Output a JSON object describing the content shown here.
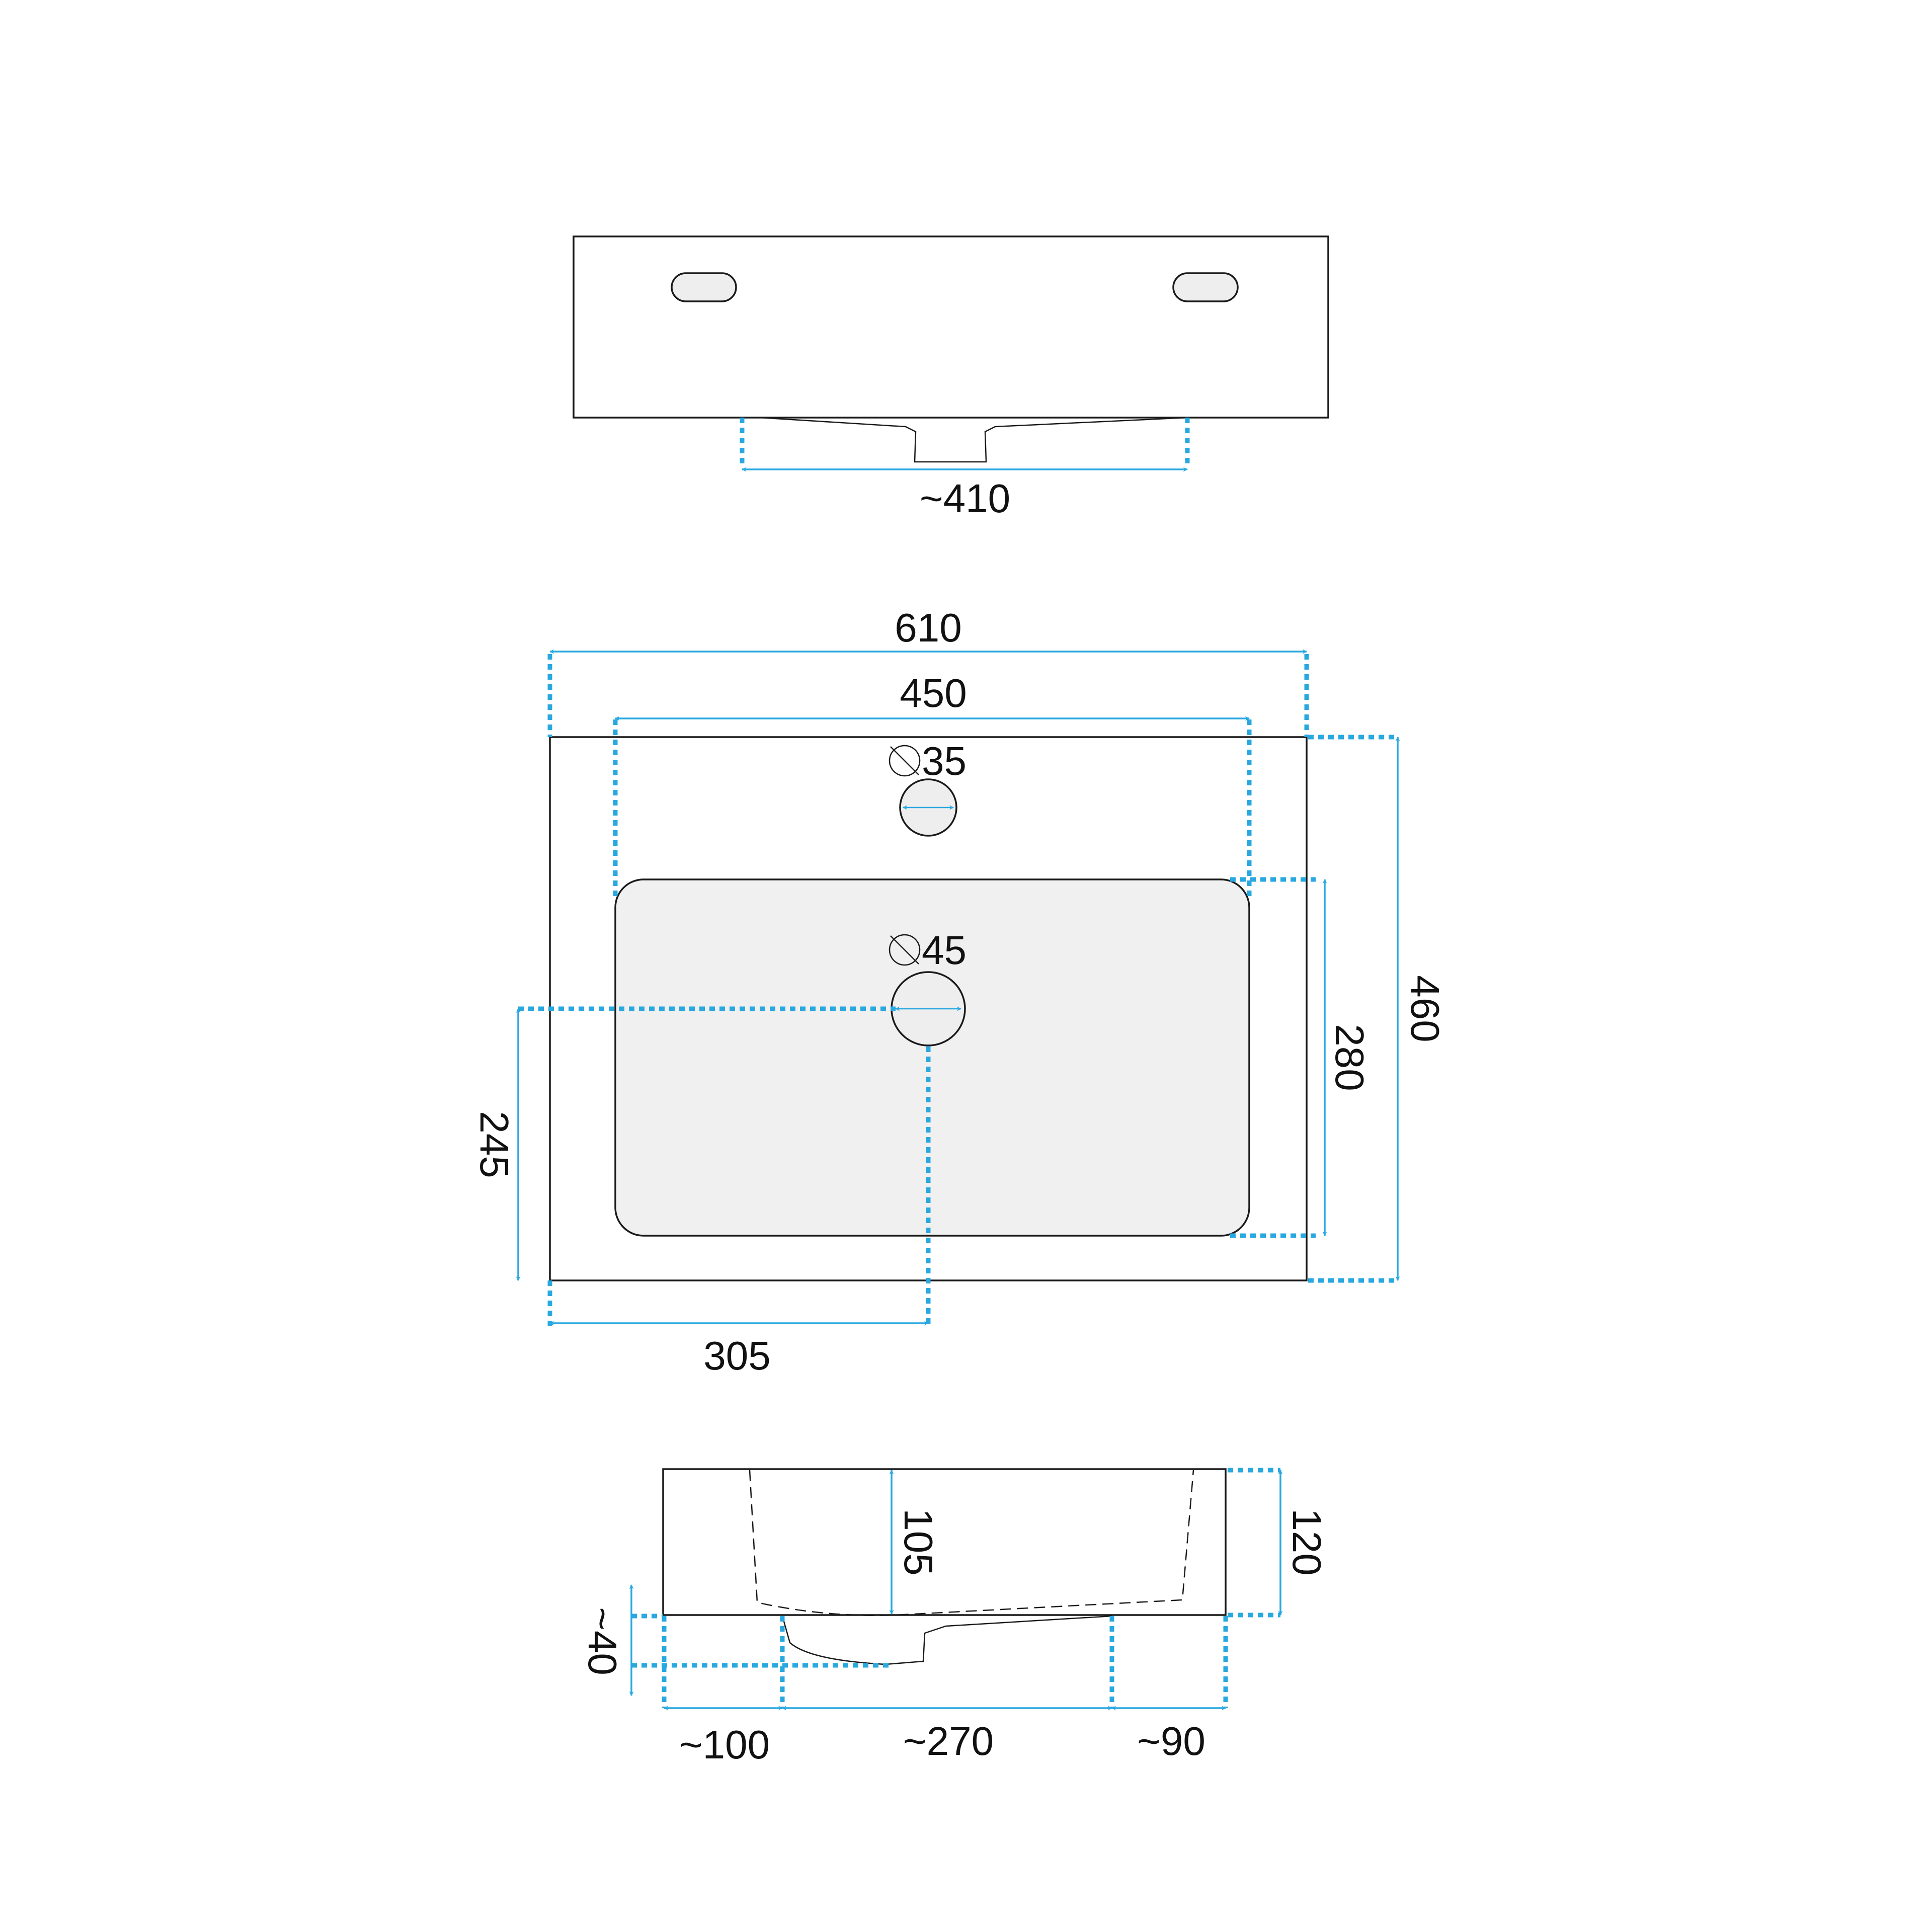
{
  "colors": {
    "dimension": "#29a8e0",
    "outline": "#1a1a1a",
    "basin_fill": "#f0f0f0"
  },
  "diagram": {
    "top_view": {
      "overall_width": "610",
      "basin_width": "450",
      "tap_hole": "35",
      "drain_hole": "45",
      "overall_depth": "460",
      "basin_depth": "280",
      "drain_from_front": "245",
      "drain_from_left": "305"
    },
    "rear_view": {
      "trap_width": "~410"
    },
    "side_view": {
      "basin_depth_inner": "105",
      "overall_height": "120",
      "trap_drop": "~40",
      "offset_left": "~100",
      "trap_length": "~270",
      "offset_right": "~90"
    }
  }
}
